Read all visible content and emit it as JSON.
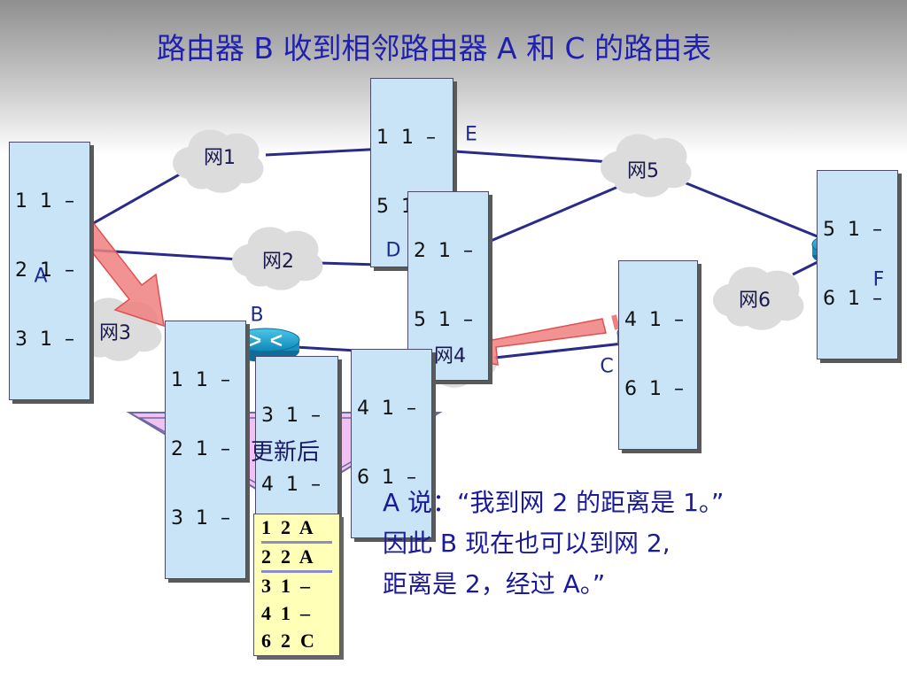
{
  "title": "路由器 B 收到相邻路由器 A 和 C 的路由表",
  "routers": {
    "A": {
      "label": "A",
      "table": [
        "1  1  –",
        "2  1  –",
        "3  1  –"
      ]
    },
    "B": {
      "label": "B"
    },
    "C": {
      "label": "C",
      "table": [
        "4  1  –",
        "6  1  –"
      ]
    },
    "D": {
      "label": "D",
      "table": [
        "2  1  –",
        "5  1  –"
      ]
    },
    "E": {
      "label": "E",
      "table": [
        "1  1  –",
        "5  1  –"
      ]
    },
    "F": {
      "label": "F",
      "table": [
        "5  1  –",
        "6  1  –"
      ]
    }
  },
  "networks": [
    "网1",
    "网2",
    "网3",
    "网4",
    "网5",
    "网6"
  ],
  "received_tables": {
    "from_A": [
      "1  1  –",
      "2  1  –",
      "3  1  –"
    ],
    "B_own": [
      "3  1  –",
      "4  1  –"
    ],
    "from_C": [
      "4  1  –",
      "6  1  –"
    ]
  },
  "funnel_label": "更新后",
  "updated_table": [
    "1  2  A",
    "2  2  A",
    "3  1  –",
    "4  1  –",
    "6  2  C"
  ],
  "explanation": [
    "A 说：“我到网 2 的距离是 1。”",
    "因此 B 现在也可以到网 2,",
    "距离是 2，经过 A。”"
  ],
  "colors": {
    "title": "#1f1fb0",
    "router": "#1aa0c8",
    "link": "#2a2a8a",
    "arrow": "#f07878",
    "funnel": "#f0b8f0",
    "table": "#c9e3f7",
    "result": "#ffffb8"
  },
  "icons": [
    "router-icon",
    "cloud-icon",
    "arrow-icon",
    "funnel-icon"
  ]
}
